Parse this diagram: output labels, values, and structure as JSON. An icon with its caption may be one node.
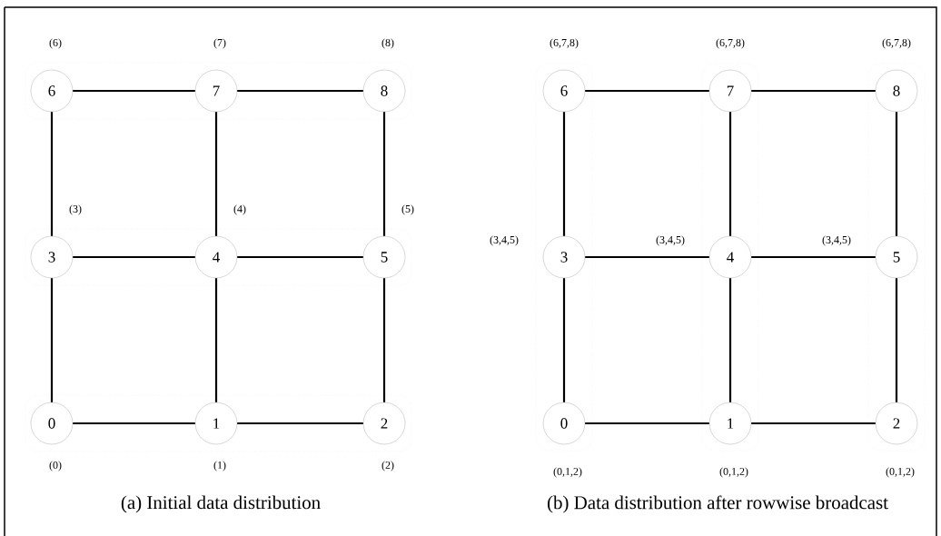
{
  "diagram": {
    "nodes": [
      {
        "text": [
          "6"
        ],
        "beside": [
          "(6)"
        ]
      },
      {
        "text": [
          "7"
        ],
        "beside": [
          "(7)"
        ]
      },
      {
        "text": [
          "8"
        ],
        "beside": [
          "(8)"
        ]
      },
      {
        "text": [
          "3"
        ],
        "beside": [
          "(3)"
        ]
      },
      {
        "text": [
          "4"
        ],
        "beside": [
          "(4)"
        ]
      },
      {
        "text": [
          "5"
        ],
        "beside": [
          "(5)"
        ]
      },
      {
        "text": [
          "0"
        ],
        "beside": [
          "(0)"
        ]
      },
      {
        "text": [
          "1"
        ],
        "beside": [
          "(1)"
        ]
      },
      {
        "text": [
          "2"
        ],
        "beside": [
          "(2)"
        ]
      },
      {
        "text": [
          "6"
        ],
        "beside": [
          "(6,7,8)"
        ]
      },
      {
        "text": [
          "7"
        ],
        "beside": [
          "(6,7,8)"
        ]
      },
      {
        "text": [
          "8"
        ],
        "beside": [
          "(6,7,8)"
        ]
      },
      {
        "text": [
          "3"
        ],
        "beside": [
          "(3,4,5)"
        ]
      },
      {
        "text": [
          "4"
        ],
        "beside": [
          "(3,4,5)"
        ]
      },
      {
        "text": [
          "5"
        ],
        "beside": [
          "(3,4,5)"
        ]
      },
      {
        "text": [
          "0"
        ],
        "beside": [
          "(0,1,2)"
        ]
      },
      {
        "text": [
          "1"
        ],
        "beside": [
          "(0,1,2)"
        ]
      },
      {
        "text": [
          "2"
        ],
        "beside": [
          "(0,1,2)"
        ]
      }
    ],
    "edges": [
      {
        "from": 0,
        "to": 1,
        "arrow": "none"
      },
      {
        "from": 1,
        "to": 2,
        "arrow": "none"
      },
      {
        "from": 0,
        "to": 3,
        "arrow": "none"
      },
      {
        "from": 1,
        "to": 4,
        "arrow": "none"
      },
      {
        "from": 2,
        "to": 5,
        "arrow": "none"
      },
      {
        "from": 3,
        "to": 4,
        "arrow": "none"
      },
      {
        "from": 4,
        "to": 5,
        "arrow": "none"
      },
      {
        "from": 3,
        "to": 6,
        "arrow": "none"
      },
      {
        "from": 4,
        "to": 7,
        "arrow": "none"
      },
      {
        "from": 5,
        "to": 8,
        "arrow": "none"
      },
      {
        "from": 6,
        "to": 7,
        "arrow": "none"
      },
      {
        "from": 7,
        "to": 8,
        "arrow": "none"
      },
      {
        "from": 9,
        "to": 10,
        "arrow": "none"
      },
      {
        "from": 10,
        "to": 11,
        "arrow": "none"
      },
      {
        "from": 9,
        "to": 12,
        "arrow": "none"
      },
      {
        "from": 10,
        "to": 13,
        "arrow": "none"
      },
      {
        "from": 11,
        "to": 14,
        "arrow": "none"
      },
      {
        "from": 12,
        "to": 13,
        "arrow": "none"
      },
      {
        "from": 13,
        "to": 14,
        "arrow": "none"
      },
      {
        "from": 12,
        "to": 15,
        "arrow": "none"
      },
      {
        "from": 13,
        "to": 16,
        "arrow": "none"
      },
      {
        "from": 14,
        "to": 17,
        "arrow": "none"
      },
      {
        "from": 15,
        "to": 16,
        "arrow": "none"
      },
      {
        "from": 16,
        "to": 17,
        "arrow": "none"
      }
    ],
    "labels": [
      "(a)  Initial data distribution",
      "(b)  Data distribution after rowwise broadcast"
    ]
  }
}
